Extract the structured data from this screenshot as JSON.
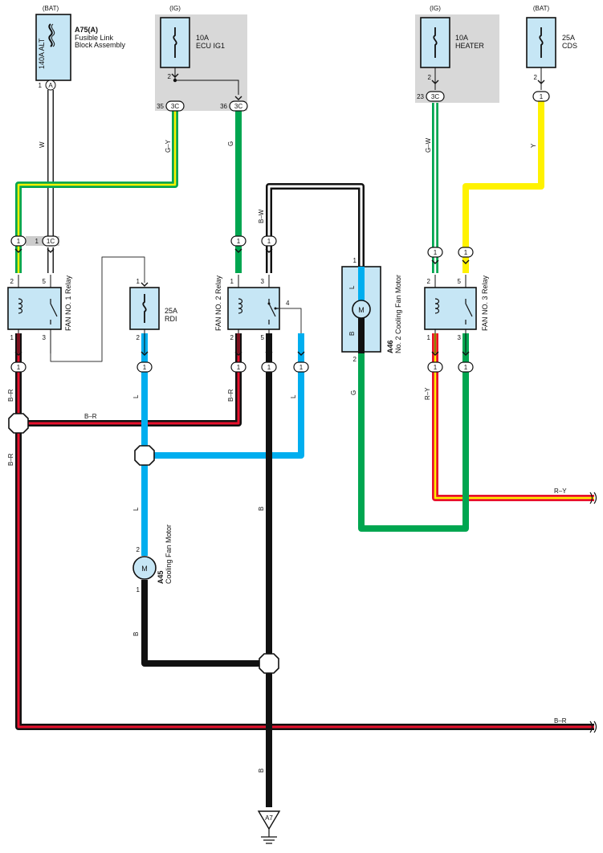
{
  "sources": {
    "bat_left": "(BAT)",
    "ig_left": "(IG)",
    "ig_right": "(IG)",
    "bat_right": "(BAT)"
  },
  "fusible_link": {
    "code": "A75(A)",
    "name_line1": "Fusible Link",
    "name_line2": "Block Assembly",
    "fuse": "140A ALT",
    "pin": "1",
    "terminal": "A"
  },
  "fuses": {
    "ecu_ig1_amp": "10A",
    "ecu_ig1_name": "ECU IG1",
    "ecu_ig1_pin": "2",
    "heater_amp": "10A",
    "heater_name": "HEATER",
    "heater_pin": "2",
    "cds_amp": "25A",
    "cds_name": "CDS",
    "cds_pin": "2",
    "rdi_amp": "25A",
    "rdi_name": "RDI",
    "rdi_pin_top": "1",
    "rdi_pin_bottom": "2"
  },
  "connectors": {
    "c35_pin": "35",
    "c35_label": "3C",
    "c36_pin": "36",
    "c36_label": "3C",
    "c23_pin": "23",
    "c23_label": "3C",
    "cds_out": "1",
    "one": "1",
    "one_c_pin": "1",
    "one_c_label": "1C"
  },
  "wires": {
    "w": "W",
    "gy": "G–Y",
    "g": "G",
    "gw": "G–W",
    "y": "Y",
    "bw": "B–W",
    "br": "B–R",
    "l": "L",
    "b": "B",
    "ry": "R–Y"
  },
  "relays": {
    "fan1": "FAN NO. 1 Relay",
    "fan2": "FAN NO. 2 Relay",
    "fan3": "FAN NO. 3 Relay",
    "pin1": "1",
    "pin2": "2",
    "pin3": "3",
    "pin4": "4",
    "pin5": "5"
  },
  "motors": {
    "m": "M",
    "no2_code": "A46",
    "no2_name": "No. 2 Cooling Fan Motor",
    "no2_pin_top": "1",
    "no2_pin_bottom": "2",
    "no1_code": "A45",
    "no1_name": "Cooling Fan Motor",
    "no1_pin_top": "2",
    "no1_pin_bottom": "1"
  },
  "ground": "A7"
}
